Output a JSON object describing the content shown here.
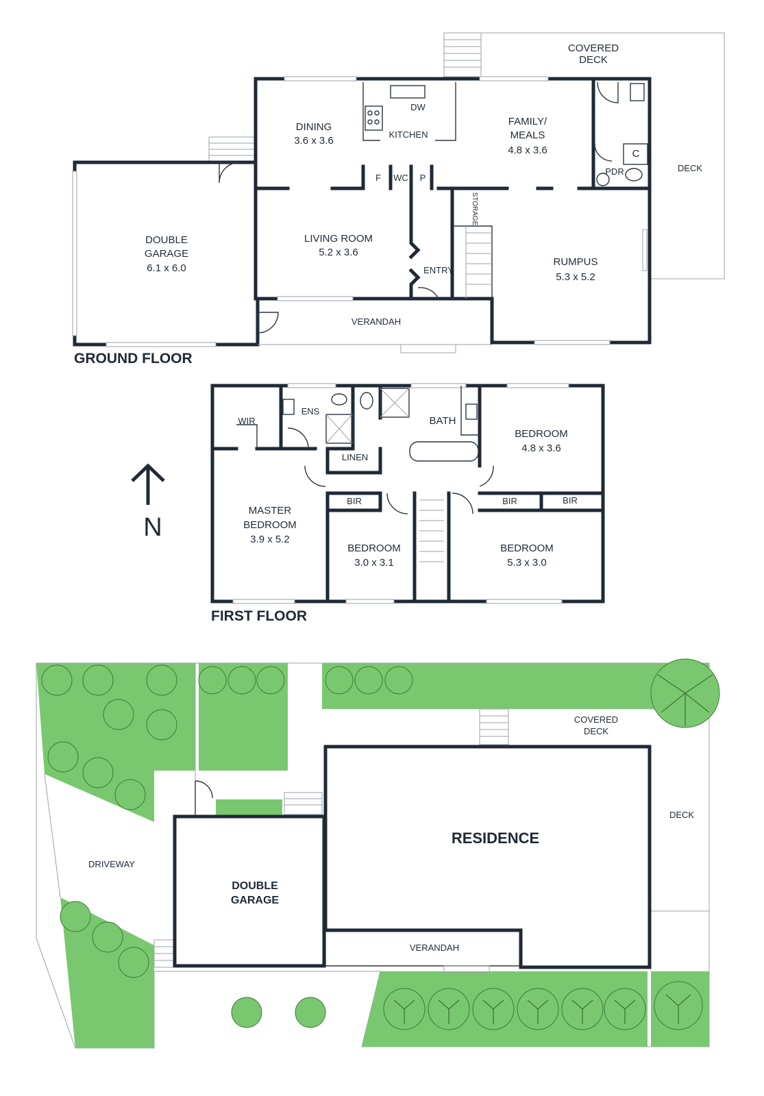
{
  "ground_floor": {
    "title": "GROUND FLOOR",
    "rooms": {
      "covered_deck": [
        "COVERED",
        "DECK"
      ],
      "dining": [
        "DINING",
        "3.6 x 3.6"
      ],
      "kitchen": "KITCHEN",
      "dw": "DW",
      "family_meals": [
        "FAMILY/",
        "MEALS",
        "4.8 x 3.6"
      ],
      "c": "C",
      "pdr": "PDR",
      "deck": "DECK",
      "f": "F",
      "wc": "WC",
      "p": "P",
      "storage": "STORAGE",
      "double_garage": [
        "DOUBLE",
        "GARAGE",
        "6.1 x 6.0"
      ],
      "living_room": [
        "LIVING ROOM",
        "5.2 x 3.6"
      ],
      "entry": "ENTRY",
      "rumpus": [
        "RUMPUS",
        "5.3 x 5.2"
      ],
      "verandah": "VERANDAH"
    }
  },
  "first_floor": {
    "title": "FIRST FLOOR",
    "rooms": {
      "wir": "WIR",
      "ens": "ENS",
      "bath": "BATH",
      "linen": "LINEN",
      "bedroom_ne": [
        "BEDROOM",
        "4.8 x 3.6"
      ],
      "master_bedroom": [
        "MASTER",
        "BEDROOM",
        "3.9 x 5.2"
      ],
      "bir_center": "BIR",
      "bir_right_1": "BIR",
      "bir_right_2": "BIR",
      "bedroom_center": [
        "BEDROOM",
        "3.0 x 3.1"
      ],
      "bedroom_se": [
        "BEDROOM",
        "5.3 x 3.0"
      ]
    }
  },
  "compass": {
    "label": "N"
  },
  "site_plan": {
    "covered_deck": [
      "COVERED",
      "DECK"
    ],
    "deck": "DECK",
    "residence": "RESIDENCE",
    "driveway": "DRIVEWAY",
    "double_garage": [
      "DOUBLE",
      "GARAGE"
    ],
    "verandah": "VERANDAH"
  },
  "colors": {
    "wall": "#1f2a36",
    "grass": "#79c86f",
    "tree_outline": "#3f7a3b"
  }
}
